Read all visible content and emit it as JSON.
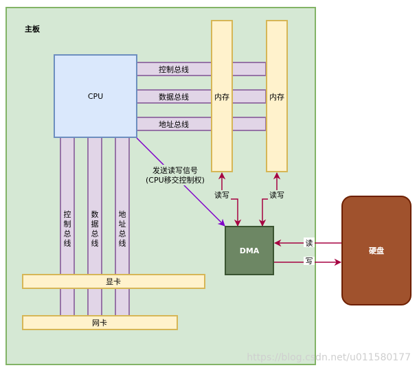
{
  "motherboard": {
    "label": "主板"
  },
  "cpu": {
    "label": "CPU"
  },
  "horizontal_buses": [
    {
      "label": "控制总线"
    },
    {
      "label": "数据总线"
    },
    {
      "label": "地址总线"
    }
  ],
  "vertical_buses": [
    {
      "label": "控制总线"
    },
    {
      "label": "数据总线"
    },
    {
      "label": "地址总线"
    }
  ],
  "memory": [
    {
      "label": "内存"
    },
    {
      "label": "内存"
    }
  ],
  "signal": {
    "line1": "发送读写信号",
    "line2": "(CPU移交控制权)"
  },
  "read_write_labels": [
    "读写",
    "读写"
  ],
  "dma": {
    "label": "DMA"
  },
  "disk": {
    "label": "硬盘"
  },
  "disk_io": {
    "read": "读",
    "write": "写"
  },
  "graphics_card": {
    "label": "显卡"
  },
  "network_card": {
    "label": "网卡"
  },
  "watermark": "https://blog.csdn.net/u011580177",
  "colors": {
    "board_fill": "#d5e8d4",
    "board_stroke": "#82b366",
    "cpu_fill": "#dae8fc",
    "cpu_stroke": "#6c8ebf",
    "bus_fill": "#e1d5e7",
    "bus_stroke": "#9673a6",
    "memory_fill": "#fff2cc",
    "memory_stroke": "#d6b656",
    "dma_fill": "#6d8764",
    "dma_stroke": "#3a5431",
    "disk_fill": "#a0522d",
    "disk_stroke": "#6d1f00",
    "arrow_red": "#a50040",
    "arrow_purple": "#7f00c8"
  }
}
